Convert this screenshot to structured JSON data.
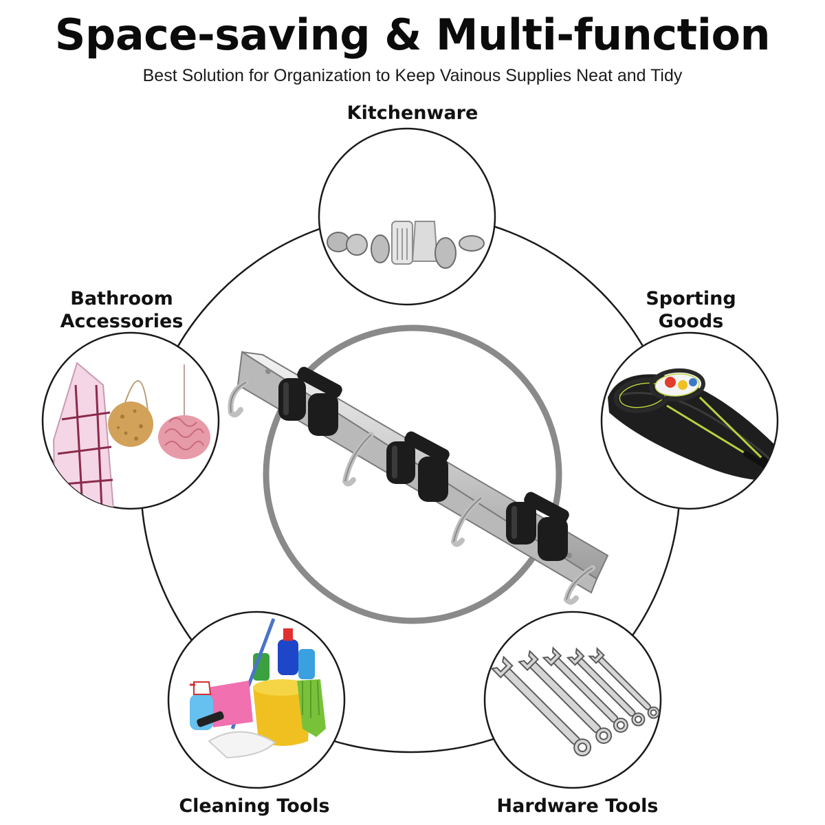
{
  "heading": {
    "title": "Space-saving & Multi-function",
    "subtitle": "Best Solution for Organization to Keep Vainous Supplies Neat and Tidy"
  },
  "categories": {
    "kitchenware": "Kitchenware",
    "bathroom": "Bathroom Accessories",
    "sporting": "Sporting Goods",
    "cleaning": "Cleaning Tools",
    "hardware": "Hardware Tools"
  },
  "colors": {
    "ring": "#1a1a1a",
    "center_ring": "#8a8a8a",
    "steel": "#d6d6d6",
    "gripper": "#1c1c1c",
    "towel_pink": "#f4d6e6",
    "towel_grid": "#8a2a4a",
    "sponge": "#d2a25a",
    "pouf": "#e79aa8",
    "bucket": "#f0c020",
    "glove": "#78c23a",
    "racket_frame": "#2a2a2a",
    "racket_string": "#b8d040"
  }
}
